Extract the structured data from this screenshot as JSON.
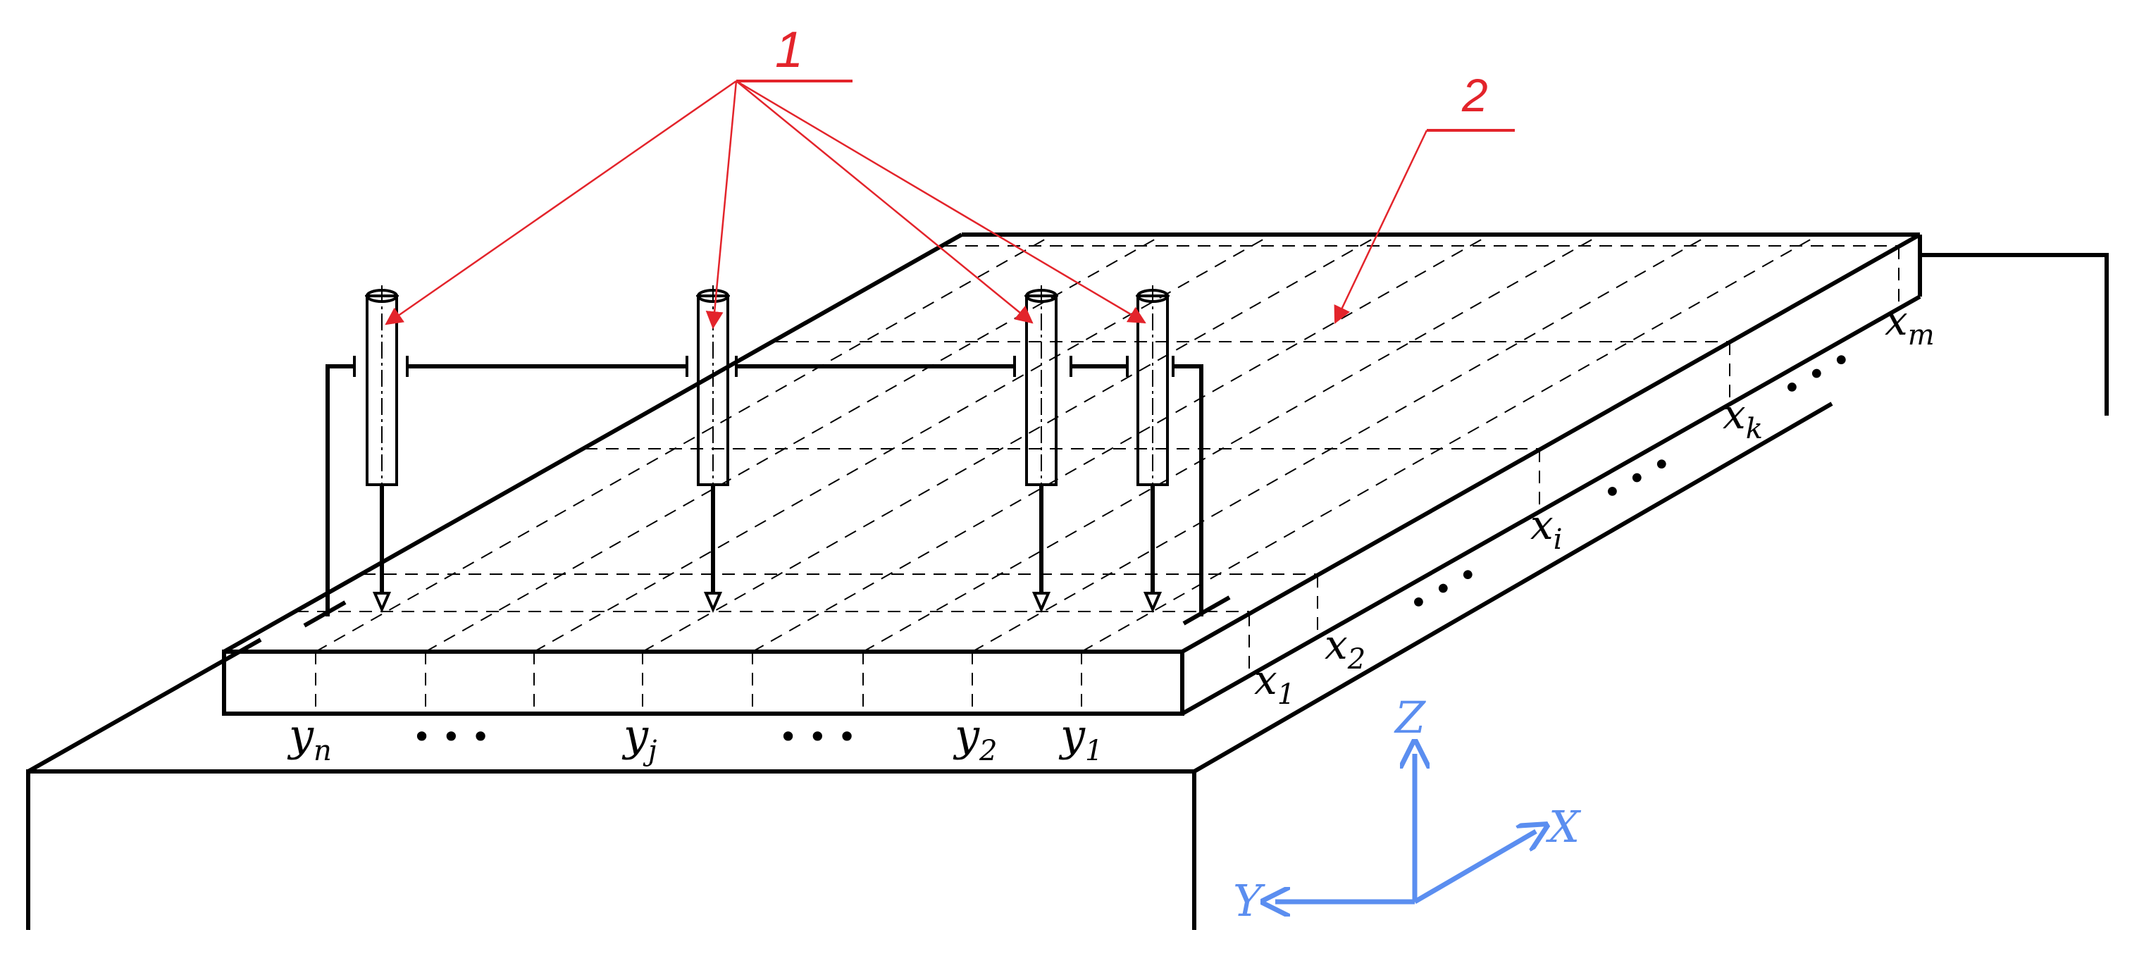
{
  "callouts": {
    "probes": "1",
    "grid": "2"
  },
  "x_labels": {
    "x1": "x",
    "x1_sub": "1",
    "x2": "x",
    "x2_sub": "2",
    "xi": "x",
    "xi_sub": "i",
    "xk": "x",
    "xk_sub": "k",
    "xm": "x",
    "xm_sub": "m"
  },
  "y_labels": {
    "yn": "y",
    "yn_sub": "n",
    "yj": "y",
    "yj_sub": "j",
    "y2": "y",
    "y2_sub": "2",
    "y1": "y",
    "y1_sub": "1"
  },
  "ellipsis": "• • •",
  "axes": {
    "z": "Z",
    "x": "X",
    "y": "Y"
  },
  "colors": {
    "callout": "#e3242b",
    "axes": "#5b8ef0",
    "ink": "#000000"
  }
}
